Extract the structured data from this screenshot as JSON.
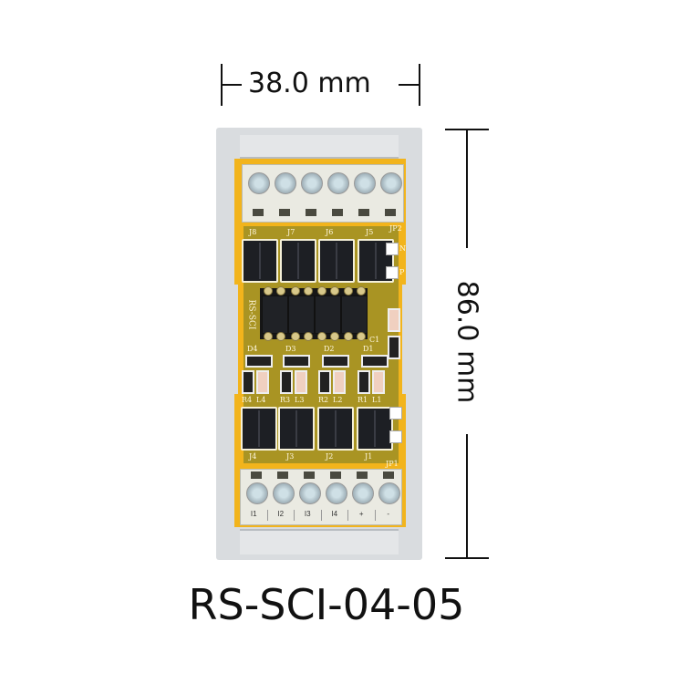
{
  "dimensions": {
    "width_label": "38.0 mm",
    "height_label": "86.0 mm"
  },
  "model": "RS-SCI-04-05",
  "silkscreen": {
    "board_name": "RS-SCI",
    "top_jumpers": [
      "J8",
      "J7",
      "J6",
      "J5"
    ],
    "top_header": "JP2",
    "header_marks": [
      "N",
      "P"
    ],
    "diodes": [
      "D4",
      "D3",
      "D2",
      "D1"
    ],
    "resistors": [
      "R4",
      "R3",
      "R2",
      "R1"
    ],
    "leds": [
      "L4",
      "L3",
      "L2",
      "L1"
    ],
    "bottom_jumpers": [
      "J4",
      "J3",
      "J2",
      "J1"
    ],
    "bottom_header": "JP1",
    "cap": "C1",
    "terminal_labels": [
      "I1",
      "I2",
      "I3",
      "I4",
      "+",
      "-"
    ]
  },
  "colors": {
    "pcb": "#f2b41c",
    "housing": "#d9dcdf",
    "text": "#111111"
  }
}
